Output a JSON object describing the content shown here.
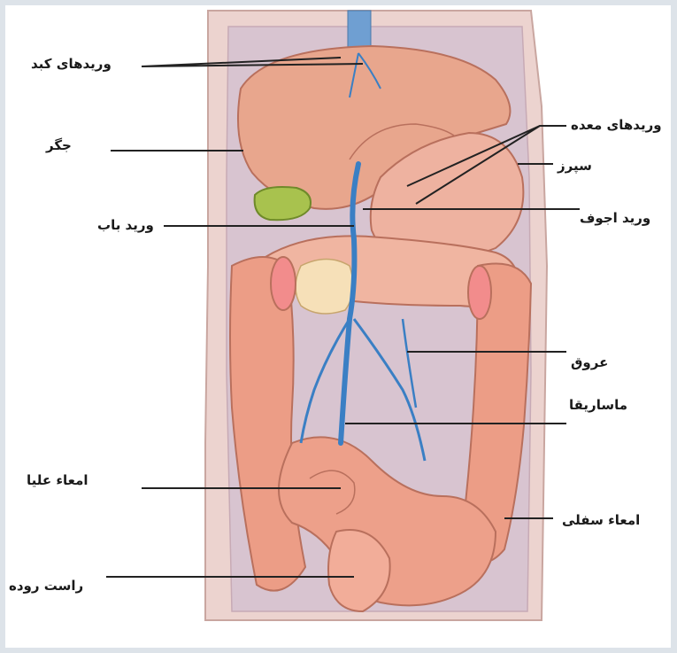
{
  "labels": {
    "liver_veins": "وریدهای کبد",
    "liver": "جگر",
    "portal_vein": "ورید باب",
    "upper_intestine": "امعاء علیا",
    "rectum": "راست روده",
    "stomach_veins": "وریدهای معده",
    "spleen": "سپرز",
    "vena_cava": "ورید اجوف",
    "vessels": "عروق",
    "mesentery": "ماساریقا",
    "lower_intestine": "امعاء سفلی"
  },
  "colors": {
    "frame": "#dde3e9",
    "tissue": "#f1b39c",
    "intestine": "#ec9d86",
    "vein": "#3a7fc4",
    "gallbladder": "#a8c24e",
    "leader": "#222222"
  }
}
